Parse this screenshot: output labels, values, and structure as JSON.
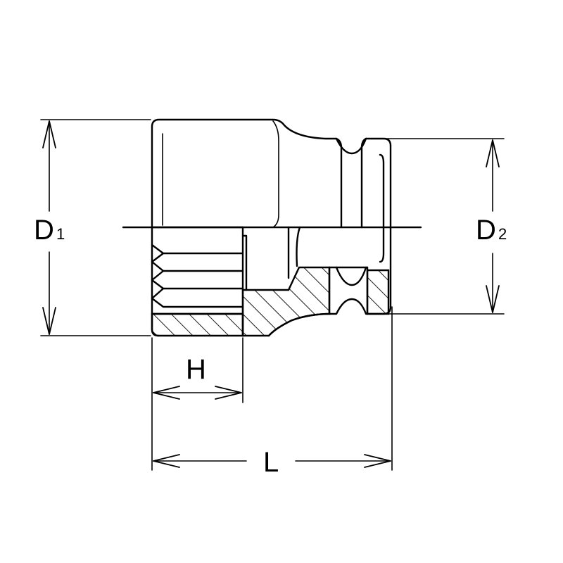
{
  "labels": {
    "d1_main": "D",
    "d1_sub": "1",
    "d2_main": "D",
    "d2_sub": "2",
    "h": "H",
    "l": "L"
  }
}
